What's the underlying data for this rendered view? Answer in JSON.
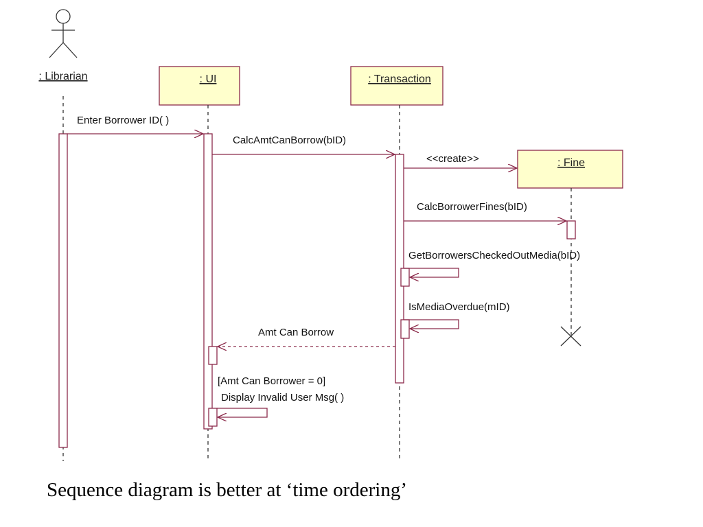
{
  "actor": {
    "label": ": Librarian"
  },
  "objects": {
    "ui": ": UI",
    "transaction": ": Transaction",
    "fine": ": Fine"
  },
  "messages": {
    "enter_borrower_id": "Enter Borrower ID( )",
    "calc_amt_can_borrow": "CalcAmtCanBorrow(bID)",
    "create": "<<create>>",
    "calc_borrower_fines": "CalcBorrowerFines(bID)",
    "get_checked_out_media": "GetBorrowersCheckedOutMedia(bID)",
    "is_media_overdue": "IsMediaOverdue(mID)",
    "amt_can_borrow": "Amt Can Borrow",
    "guard": "[Amt Can Borrower = 0]",
    "display_invalid": "Display Invalid User Msg( )"
  },
  "colors": {
    "object_fill": "#ffffcc",
    "object_border": "#8b2a4a",
    "message_line": "#8b2a4a",
    "lifeline": "#333333"
  },
  "caption": "Sequence diagram is better at ‘time ordering’"
}
